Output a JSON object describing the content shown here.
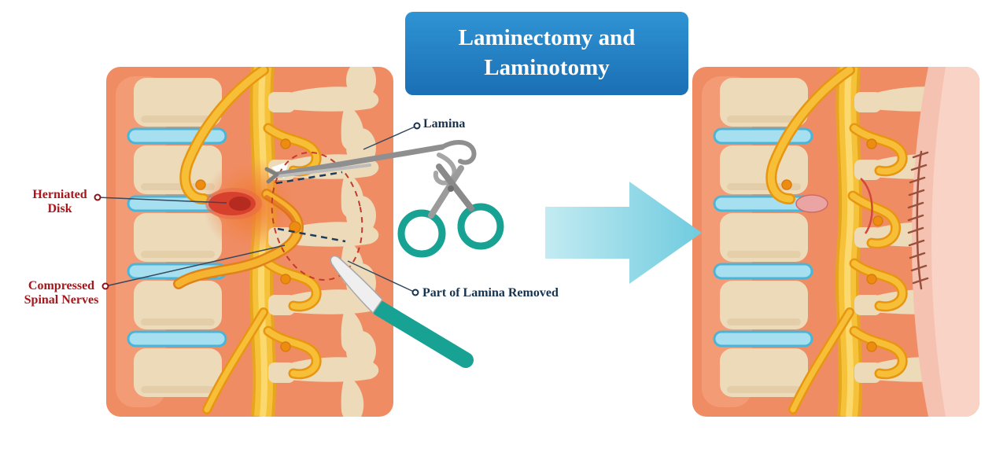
{
  "title": {
    "line1": "Laminectomy and",
    "line2": "Laminotomy"
  },
  "labels": {
    "lamina": "Lamina",
    "herniated_disk": {
      "line1": "Herniated",
      "line2": "Disk"
    },
    "compressed_nerves": {
      "line1": "Compressed",
      "line2": "Spinal Nerves"
    },
    "part_removed": "Part of Lamina Removed"
  },
  "icons": {
    "arrow": "arrow-right-icon",
    "scissors": "surgical-scissors-icon",
    "scalpel": "scalpel-icon",
    "grasper": "surgical-grasper-icon",
    "suture": "suture-stitches-icon"
  },
  "colors": {
    "banner_top": "#2f94d4",
    "banner_bottom": "#1b6fb4",
    "label_red": "#a9151b",
    "label_navy": "#16324f",
    "panel_salmon": "#f08c64",
    "bone": "#ecdab9",
    "disk_blue": "#a5dff0",
    "nerve_yellow": "#f6c23a",
    "herniation_red": "#d8402e",
    "instrument_teal": "#17a294",
    "arrow_blue": "#8fd5e3",
    "skin_pink": "#f5c2b2"
  }
}
